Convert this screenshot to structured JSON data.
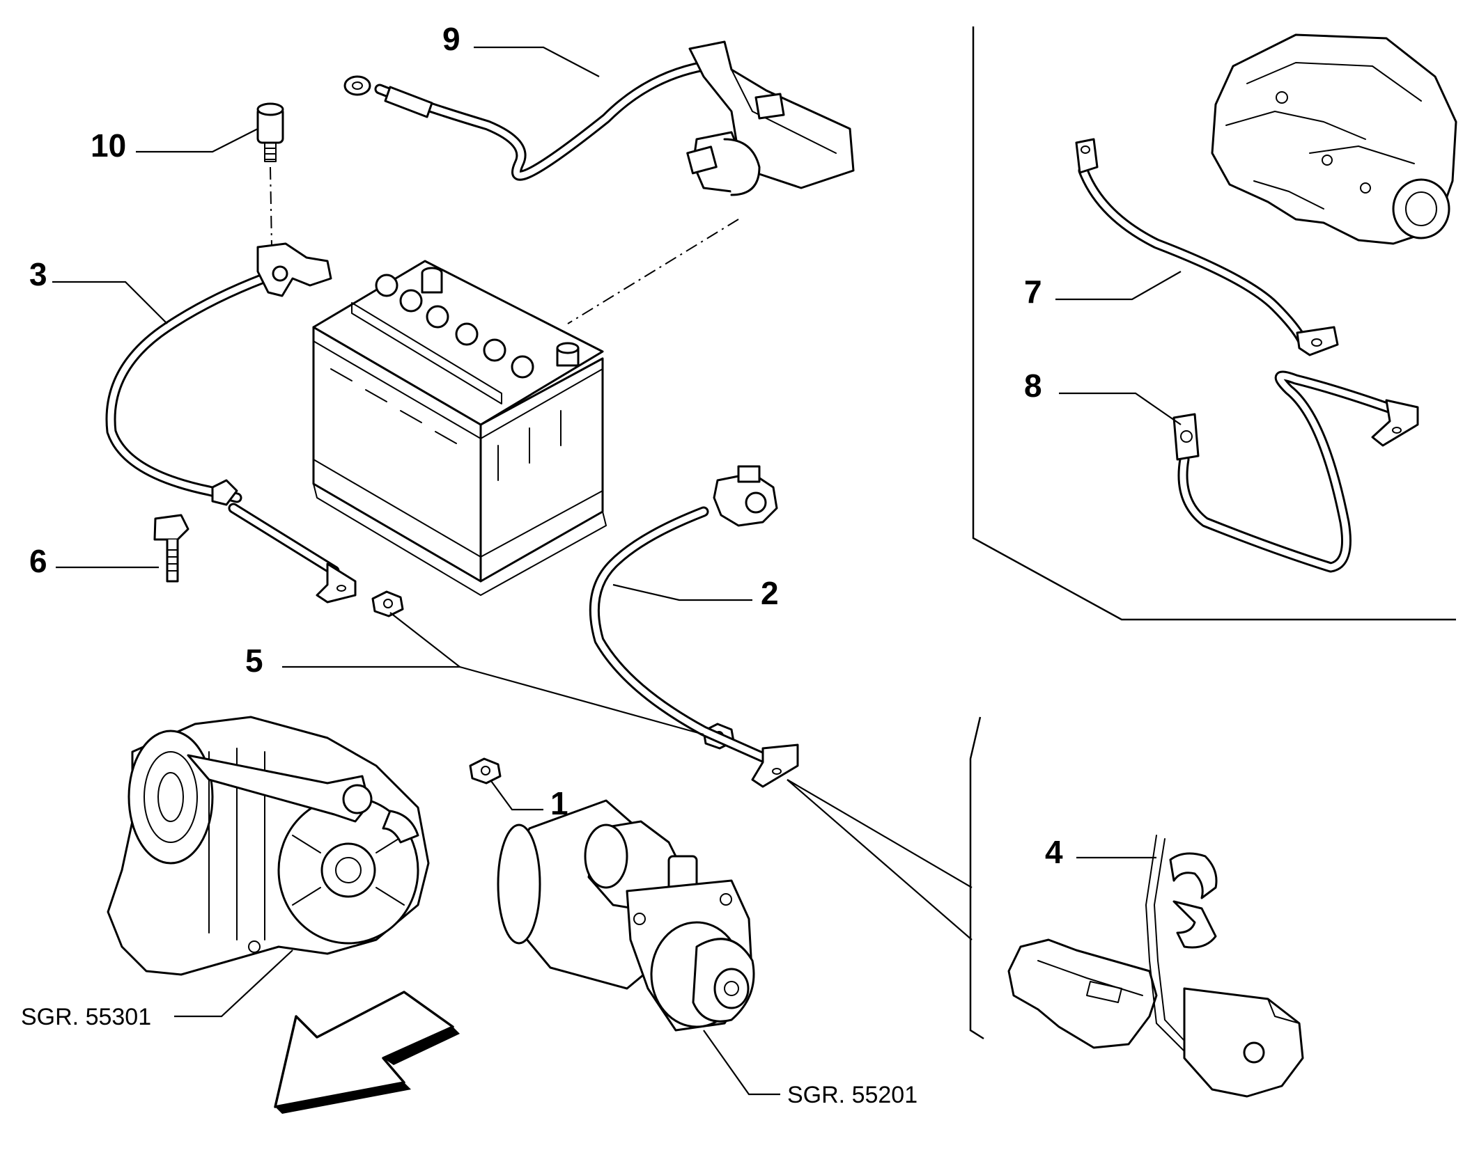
{
  "diagram": {
    "callouts": [
      "1",
      "2",
      "3",
      "4",
      "5",
      "6",
      "7",
      "8",
      "9",
      "10"
    ],
    "references": {
      "alternator": "SGR. 55301",
      "starter": "SGR. 55201"
    }
  }
}
